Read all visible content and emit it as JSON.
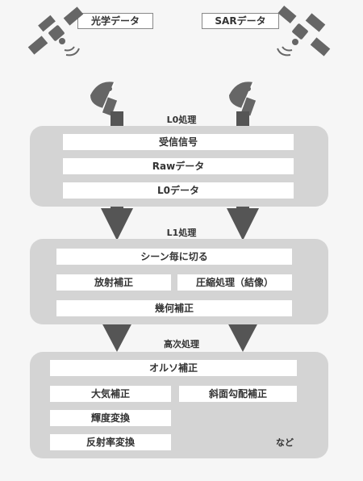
{
  "sources": {
    "optical": "光学データ",
    "sar": "SARデータ"
  },
  "stages": {
    "l0": {
      "title": "L0処理",
      "items": [
        "受信信号",
        "Rawデータ",
        "L0データ"
      ]
    },
    "l1": {
      "title": "L1処理",
      "items": [
        "シーン毎に切る",
        "放射補正",
        "圧縮処理（結像）",
        "幾何補正"
      ]
    },
    "higher": {
      "title": "高次処理",
      "items": [
        "オルソ補正",
        "大気補正",
        "斜面勾配補正",
        "輝度変換",
        "反射率変換"
      ],
      "more": "など"
    }
  },
  "colors": {
    "background": "#f6f6f6",
    "panel": "#d4d4d4",
    "icon": "#666666",
    "arrow": "#555555"
  }
}
